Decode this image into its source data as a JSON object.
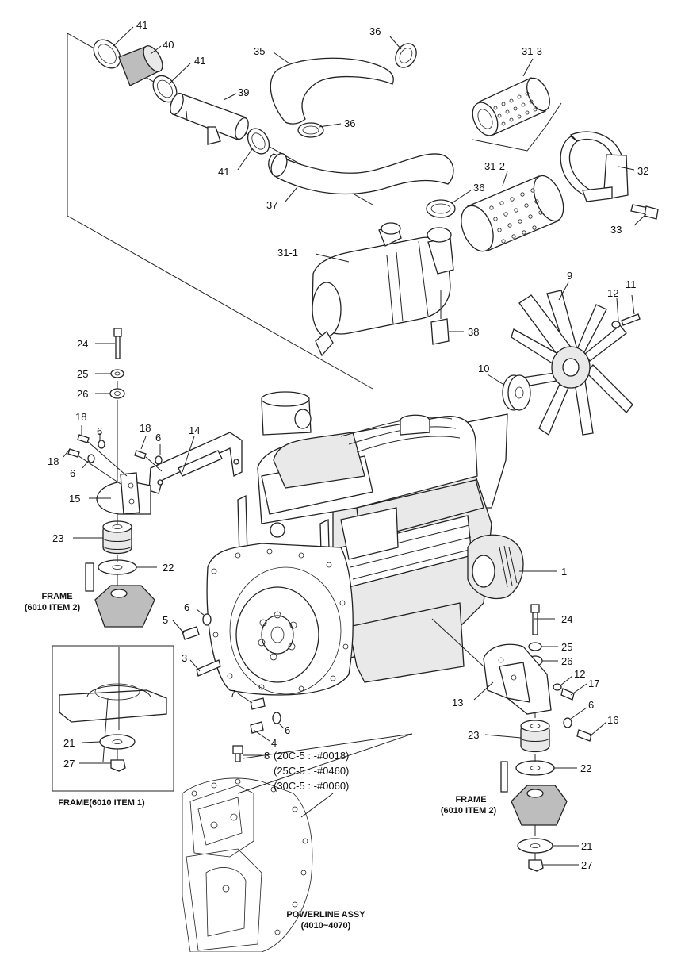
{
  "callouts": [
    {
      "id": "c41a",
      "text": "41"
    },
    {
      "id": "c40",
      "text": "40"
    },
    {
      "id": "c41b",
      "text": "41"
    },
    {
      "id": "c39",
      "text": "39"
    },
    {
      "id": "c41c",
      "text": "41"
    },
    {
      "id": "c35",
      "text": "35"
    },
    {
      "id": "c36a",
      "text": "36"
    },
    {
      "id": "c36b",
      "text": "36"
    },
    {
      "id": "c37",
      "text": "37"
    },
    {
      "id": "c36c",
      "text": "36"
    },
    {
      "id": "c31_3",
      "text": "31-3"
    },
    {
      "id": "c31_2",
      "text": "31-2"
    },
    {
      "id": "c32",
      "text": "32"
    },
    {
      "id": "c33",
      "text": "33"
    },
    {
      "id": "c31_1",
      "text": "31-1"
    },
    {
      "id": "c38",
      "text": "38"
    },
    {
      "id": "c9",
      "text": "9"
    },
    {
      "id": "c12a",
      "text": "12"
    },
    {
      "id": "c11",
      "text": "11"
    },
    {
      "id": "c10",
      "text": "10"
    },
    {
      "id": "c24a",
      "text": "24"
    },
    {
      "id": "c25a",
      "text": "25"
    },
    {
      "id": "c26a",
      "text": "26"
    },
    {
      "id": "c18a",
      "text": "18"
    },
    {
      "id": "c6a",
      "text": "6"
    },
    {
      "id": "c18b",
      "text": "18"
    },
    {
      "id": "c6b",
      "text": "6"
    },
    {
      "id": "c14",
      "text": "14"
    },
    {
      "id": "c18c",
      "text": "18"
    },
    {
      "id": "c6c",
      "text": "6"
    },
    {
      "id": "c15",
      "text": "15"
    },
    {
      "id": "c23a",
      "text": "23"
    },
    {
      "id": "c22a",
      "text": "22"
    },
    {
      "id": "c1",
      "text": "1"
    },
    {
      "id": "c6d",
      "text": "6"
    },
    {
      "id": "c5",
      "text": "5"
    },
    {
      "id": "c3",
      "text": "3"
    },
    {
      "id": "c24b",
      "text": "24"
    },
    {
      "id": "c25b",
      "text": "25"
    },
    {
      "id": "c26b",
      "text": "26"
    },
    {
      "id": "c12b",
      "text": "12"
    },
    {
      "id": "c17",
      "text": "17"
    },
    {
      "id": "c13",
      "text": "13"
    },
    {
      "id": "c6e",
      "text": "6"
    },
    {
      "id": "c16",
      "text": "16"
    },
    {
      "id": "c7",
      "text": "7"
    },
    {
      "id": "c6f",
      "text": "6"
    },
    {
      "id": "c4",
      "text": "4"
    },
    {
      "id": "c23b",
      "text": "23"
    },
    {
      "id": "c22b",
      "text": "22"
    },
    {
      "id": "c21a",
      "text": "21"
    },
    {
      "id": "c27a",
      "text": "27"
    },
    {
      "id": "c21b",
      "text": "21"
    },
    {
      "id": "c27b",
      "text": "27"
    }
  ],
  "serial_notes": {
    "c8": "8",
    "line1": "(20C-5 : -#0018)",
    "line2": "(25C-5 : -#0460)",
    "line3": "(30C-5 : -#0060)"
  },
  "labels": {
    "frame_left_1": "FRAME",
    "frame_left_2": "(6010 ITEM 2)",
    "frame_right_1": "FRAME",
    "frame_right_2": "(6010 ITEM 2)",
    "frame_item1": "FRAME(6010 ITEM 1)",
    "powerline_1": "POWERLINE ASSY",
    "powerline_2": "(4010~4070)"
  }
}
